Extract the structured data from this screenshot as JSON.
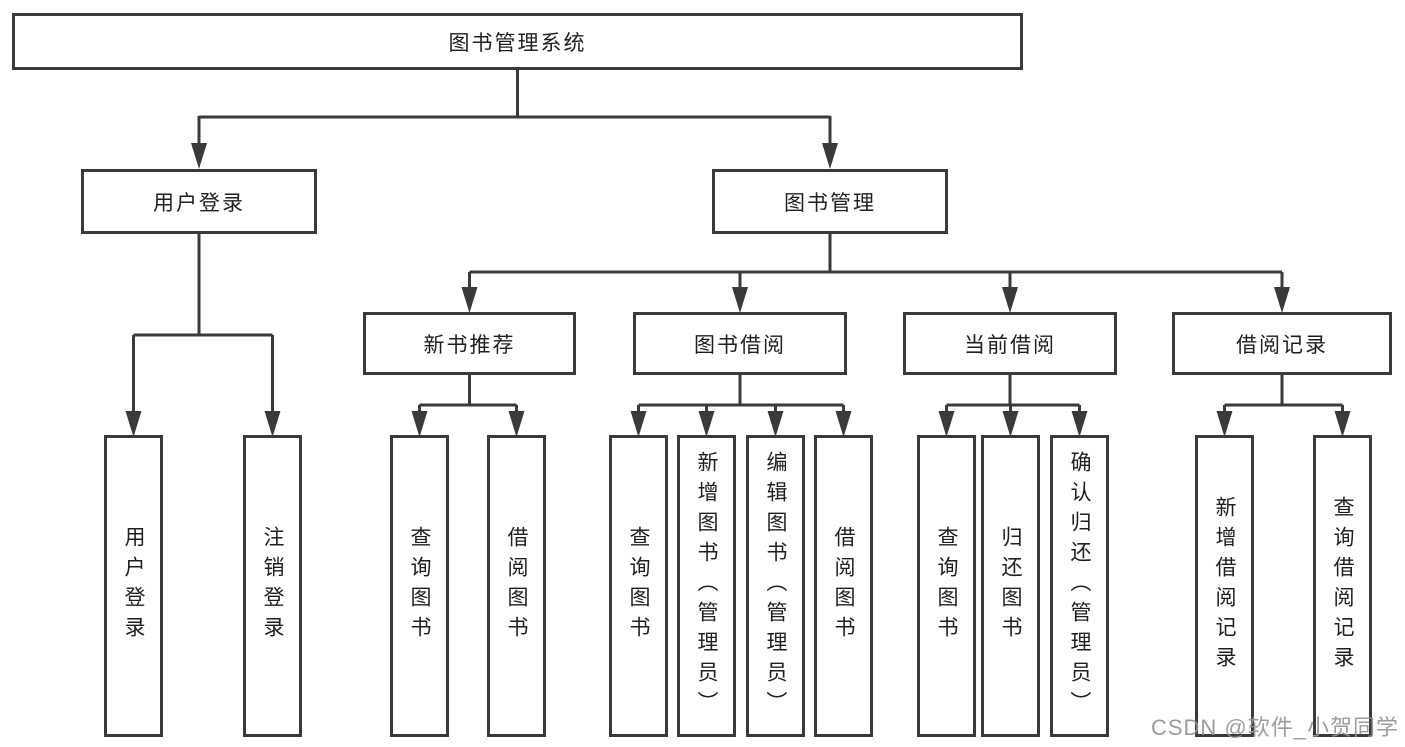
{
  "diagram": {
    "root": {
      "label": "图书管理系统"
    },
    "branches": [
      {
        "label": "用户登录",
        "children": [
          {
            "label": "用户登录"
          },
          {
            "label": "注销登录"
          }
        ]
      },
      {
        "label": "图书管理",
        "children": [
          {
            "label": "新书推荐",
            "children": [
              {
                "label": "查询图书"
              },
              {
                "label": "借阅图书"
              }
            ]
          },
          {
            "label": "图书借阅",
            "children": [
              {
                "label": "查询图书"
              },
              {
                "label": "新增图书（管理员）"
              },
              {
                "label": "编辑图书（管理员）"
              },
              {
                "label": "借阅图书"
              }
            ]
          },
          {
            "label": "当前借阅",
            "children": [
              {
                "label": "查询图书"
              },
              {
                "label": "归还图书"
              },
              {
                "label": "确认归还（管理员）"
              }
            ]
          },
          {
            "label": "借阅记录",
            "children": [
              {
                "label": "新增借阅记录"
              },
              {
                "label": "查询借阅记录"
              }
            ]
          }
        ]
      }
    ],
    "watermark": "CSDN @软件_小贺同学"
  },
  "colors": {
    "line": "#3a3a3a",
    "box_border": "#3a3a3a",
    "box_fill": "#ffffff",
    "text": "#1f1f1f",
    "watermark": "#949494",
    "background": "#ffffff"
  }
}
